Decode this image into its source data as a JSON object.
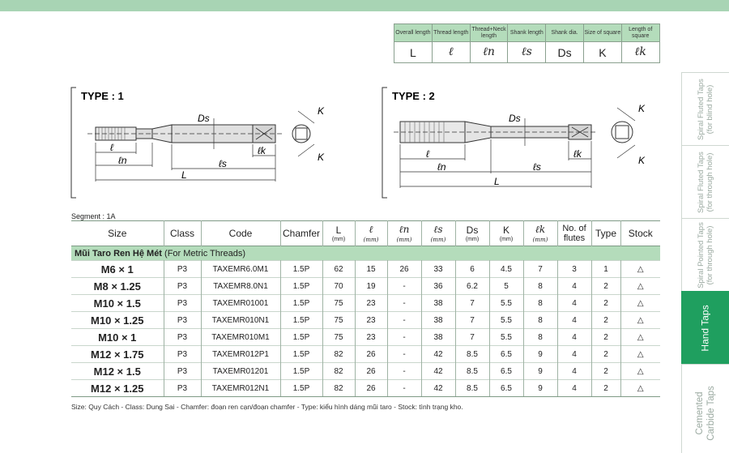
{
  "legend": {
    "headers": [
      "Overall length",
      "Thread length",
      "Thread+Neck length",
      "Shank length",
      "Shank dia.",
      "Size of square",
      "Length of square"
    ],
    "symbols": [
      "L",
      "ℓ",
      "ℓn",
      "ℓs",
      "Ds",
      "K",
      "ℓk"
    ]
  },
  "diagrams": {
    "type1": {
      "title": "TYPE : 1",
      "labels": {
        "ds": "Ds",
        "l": "ℓ",
        "ln": "ℓn",
        "ls": "ℓs",
        "lk": "ℓk",
        "L": "L",
        "k": "K"
      }
    },
    "type2": {
      "title": "TYPE : 2",
      "labels": {
        "ds": "Ds",
        "l": "ℓ",
        "ln": "ℓn",
        "ls": "ℓs",
        "lk": "ℓk",
        "L": "L",
        "k": "K"
      }
    }
  },
  "segment": "Segment : 1A",
  "table": {
    "headers": {
      "size": "Size",
      "class": "Class",
      "code": "Code",
      "chamfer": "Chamfer",
      "L": "L",
      "l": "ℓ",
      "ln": "ℓn",
      "ls": "ℓs",
      "ds": "Ds",
      "k": "K",
      "lk": "ℓk",
      "flutes_1": "No. of",
      "flutes_2": "flutes",
      "type": "Type",
      "stock": "Stock",
      "unit": "(mm)"
    },
    "section": {
      "bold": "Mũi Taro Ren Hệ Mét",
      "normal": " (For Metric Threads)"
    },
    "rows": [
      {
        "size": "M6 × 1",
        "class": "P3",
        "code": "TAXEMR6.0M1",
        "chamfer": "1.5P",
        "L": "62",
        "l": "15",
        "ln": "26",
        "ls": "33",
        "ds": "6",
        "k": "4.5",
        "lk": "7",
        "flutes": "3",
        "type": "1",
        "stock": "△"
      },
      {
        "size": "M8 × 1.25",
        "class": "P3",
        "code": "TAXEMR8.0N1",
        "chamfer": "1.5P",
        "L": "70",
        "l": "19",
        "ln": "-",
        "ls": "36",
        "ds": "6.2",
        "k": "5",
        "lk": "8",
        "flutes": "4",
        "type": "2",
        "stock": "△"
      },
      {
        "size": "M10 × 1.5",
        "class": "P3",
        "code": "TAXEMR01001",
        "chamfer": "1.5P",
        "L": "75",
        "l": "23",
        "ln": "-",
        "ls": "38",
        "ds": "7",
        "k": "5.5",
        "lk": "8",
        "flutes": "4",
        "type": "2",
        "stock": "△"
      },
      {
        "size": "M10 × 1.25",
        "class": "P3",
        "code": "TAXEMR010N1",
        "chamfer": "1.5P",
        "L": "75",
        "l": "23",
        "ln": "-",
        "ls": "38",
        "ds": "7",
        "k": "5.5",
        "lk": "8",
        "flutes": "4",
        "type": "2",
        "stock": "△"
      },
      {
        "size": "M10 × 1",
        "class": "P3",
        "code": "TAXEMR010M1",
        "chamfer": "1.5P",
        "L": "75",
        "l": "23",
        "ln": "-",
        "ls": "38",
        "ds": "7",
        "k": "5.5",
        "lk": "8",
        "flutes": "4",
        "type": "2",
        "stock": "△"
      },
      {
        "size": "M12 × 1.75",
        "class": "P3",
        "code": "TAXEMR012P1",
        "chamfer": "1.5P",
        "L": "82",
        "l": "26",
        "ln": "-",
        "ls": "42",
        "ds": "8.5",
        "k": "6.5",
        "lk": "9",
        "flutes": "4",
        "type": "2",
        "stock": "△"
      },
      {
        "size": "M12 × 1.5",
        "class": "P3",
        "code": "TAXEMR01201",
        "chamfer": "1.5P",
        "L": "82",
        "l": "26",
        "ln": "-",
        "ls": "42",
        "ds": "8.5",
        "k": "6.5",
        "lk": "9",
        "flutes": "4",
        "type": "2",
        "stock": "△"
      },
      {
        "size": "M12 × 1.25",
        "class": "P3",
        "code": "TAXEMR012N1",
        "chamfer": "1.5P",
        "L": "82",
        "l": "26",
        "ln": "-",
        "ls": "42",
        "ds": "8.5",
        "k": "6.5",
        "lk": "9",
        "flutes": "4",
        "type": "2",
        "stock": "△"
      }
    ]
  },
  "footnote": "Size: Quy Cách - Class: Dung Sai - Chamfer: đoạn ren cạn/đoạn chamfer - Type: kiểu hình dáng mũi taro - Stock: tình trạng kho.",
  "tabs": [
    {
      "line1": "Spiral Fluted Taps",
      "line2": "(for blind hole)",
      "active": false
    },
    {
      "line1": "Spiral Fluted Taps",
      "line2": "(for through hole)",
      "active": false
    },
    {
      "line1": "Spiral Pointed Taps",
      "line2": "(for through hole)",
      "active": false
    },
    {
      "line1": "Hand Taps",
      "line2": "",
      "active": true
    },
    {
      "line1": "Cemented",
      "line2": "Carbide Taps",
      "active": false
    }
  ],
  "colors": {
    "accent": "#1f9f5f",
    "header_green": "#b4dcbb",
    "top_bar": "#a8d4b4"
  }
}
